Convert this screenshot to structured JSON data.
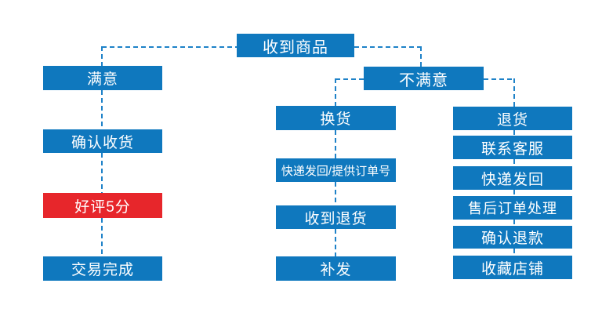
{
  "diagram": {
    "title": "after-sales flowchart",
    "colors": {
      "node_blue": "#0F78BE",
      "node_red_highlight": "#E7262B",
      "connector_blue": "#1E82C8",
      "node_text": "#FFFFFF",
      "background": "#FFFFFF"
    },
    "nodes": {
      "receive_goods": {
        "label": "收到商品"
      },
      "satisfied": {
        "label": "满意"
      },
      "confirm_receipt": {
        "label": "确认收货"
      },
      "good_review_5": {
        "label": "好评5分",
        "highlight_color": "#E7262B"
      },
      "transaction_complete": {
        "label": "交易完成"
      },
      "unsatisfied": {
        "label": "不满意"
      },
      "exchange_goods": {
        "label": "换货"
      },
      "courier_return_with_order_no": {
        "label": "快递发回/提供订单号"
      },
      "receive_returned_goods": {
        "label": "收到退货"
      },
      "reship": {
        "label": "补发"
      },
      "return_goods": {
        "label": "退货"
      },
      "contact_customer_service": {
        "label": "联系客服"
      },
      "courier_send_back": {
        "label": "快递发回"
      },
      "aftersales_order_processing": {
        "label": "售后订单处理"
      },
      "confirm_refund": {
        "label": "确认退款"
      },
      "favorite_store": {
        "label": "收藏店铺"
      }
    },
    "edges": [
      "receive_goods -> satisfied",
      "satisfied -> confirm_receipt",
      "confirm_receipt -> good_review_5",
      "good_review_5 -> transaction_complete",
      "receive_goods -> unsatisfied",
      "unsatisfied -> exchange_goods",
      "exchange_goods -> courier_return_with_order_no",
      "courier_return_with_order_no -> receive_returned_goods",
      "receive_returned_goods -> reship",
      "unsatisfied -> return_goods",
      "return_goods -> contact_customer_service",
      "contact_customer_service -> courier_send_back",
      "courier_send_back -> aftersales_order_processing",
      "aftersales_order_processing -> confirm_refund",
      "confirm_refund -> favorite_store"
    ]
  }
}
